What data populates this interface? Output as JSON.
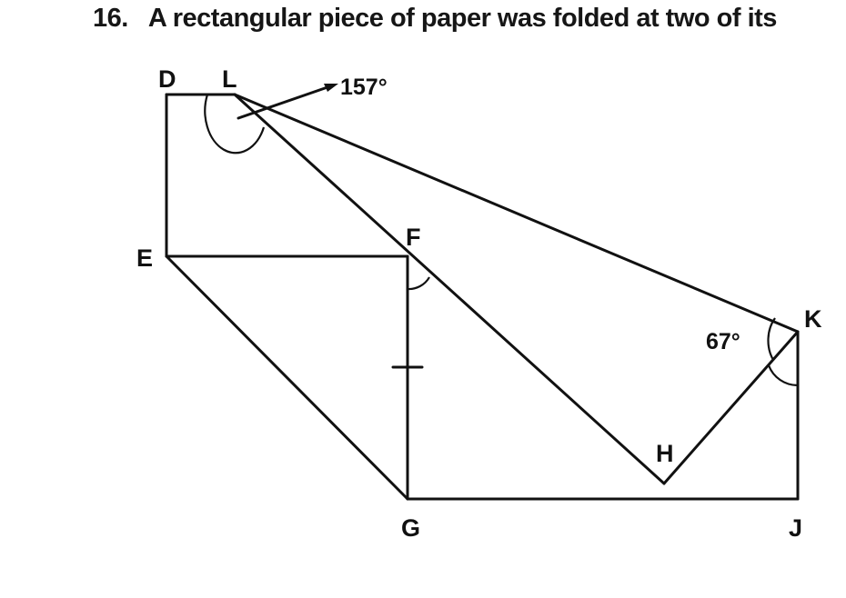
{
  "question": {
    "number": "16.",
    "text": "A rectangular piece of paper was folded at two of its"
  },
  "diagram": {
    "points": {
      "D": "D",
      "L": "L",
      "E": "E",
      "F": "F",
      "G": "G",
      "H": "H",
      "J": "J",
      "K": "K"
    },
    "angles": {
      "at_L": "157°",
      "at_K": "67°"
    }
  }
}
